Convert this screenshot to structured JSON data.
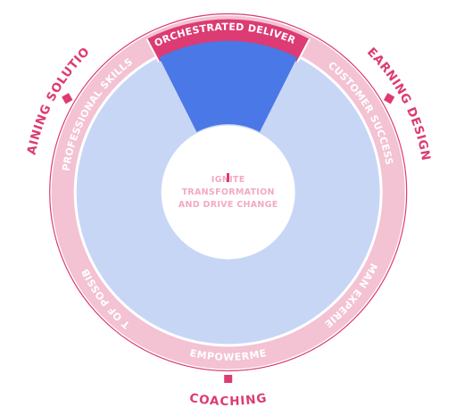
{
  "outer_labels": {
    "training_solutions": "TRAINING SOLUTIONS",
    "learning_design": "LEARNING DESIGN",
    "coaching": "COACHING"
  },
  "ring_segments": {
    "orchestrated_delivery": "ORCHESTRATED DELIVERY",
    "customer_success": "CUSTOMER SUCCESS",
    "human_experience": "HUMAN EXPERIENCE",
    "ai_empowerment": "AI EMPOWERMENT",
    "art_of_possible": "ART OF POSSIBLE",
    "professional_skills": "PROFESSIONAL SKILLS"
  },
  "hub": {
    "line1": "IGNITE",
    "line2": "TRANSFORMATION",
    "line3": "AND DRIVE CHANGE"
  },
  "colors": {
    "accent_pink": "#dc3b73",
    "ring_pink": "#f3c2d3",
    "inner_blue": "#c8d6f6",
    "highlight_blue": "#4a78e6"
  }
}
